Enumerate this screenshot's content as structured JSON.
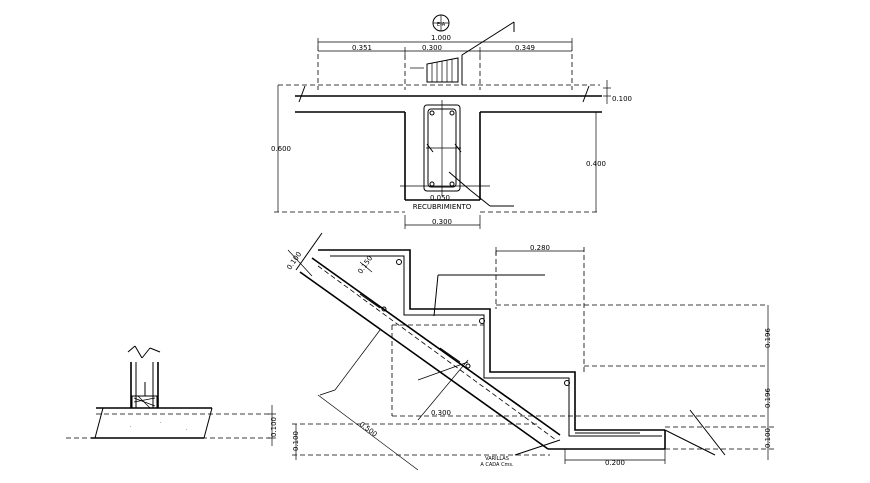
{
  "beam_section": {
    "axis_label": "E-A",
    "dim_total_width": "1.000",
    "dim_left": "0.351",
    "dim_center": "0.300",
    "dim_right": "0.349",
    "dim_slab": "0.100",
    "dim_total_height": "0.600",
    "dim_web": "0.400",
    "dim_cover": "0.050",
    "cover_label": "RECUBRIMIENTO",
    "dim_bottom_width": "0.300"
  },
  "stair_section": {
    "dim_top_left": "0.100",
    "dim_slope": "0.150",
    "dim_tread": "0.280",
    "dim_riser_upper": "0.196",
    "dim_riser_lower": "0.196",
    "dim_bottom_slab": "0.100",
    "dim_left_slab": "0.100",
    "dim_center_run": "0.300",
    "dim_diagonal": "0.500",
    "dim_bottom_right": "0.200",
    "rebar_note_line1": "VARILLAS",
    "rebar_note_line2": "A CADA Cms."
  },
  "footing_detail": {
    "dim_height": "0.100"
  }
}
